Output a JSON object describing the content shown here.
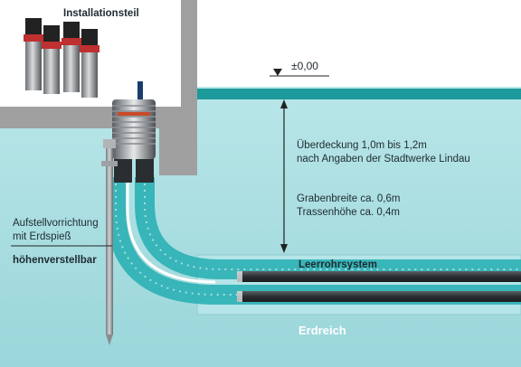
{
  "labels": {
    "installationsteil": "Installationsteil",
    "level": "±0,00",
    "ueberdeckung_line1": "Überdeckung 1,0m bis 1,2m",
    "ueberdeckung_line2": "nach Angaben der Stadtwerke Lindau",
    "grabenbreite": "Grabenbreite ca. 0,6m",
    "trassenhoehe": "Trassenhöhe ca. 0,4m",
    "aufstell_line1": "Aufstellvorrichtung",
    "aufstell_line2": "mit Erdspieß",
    "hoehenverstellbar": "höhenverstellbar",
    "leerrohrsystem": "Leerrohrsystem",
    "erdreich": "Erdreich"
  },
  "colors": {
    "soil": "#a8dfe2",
    "surface": "#1d9a9c",
    "wall": "#9c9c9c",
    "pipe": "#2f3438",
    "conduit_band": "#2bb0b4"
  },
  "icons": [
    "installation-part-icon",
    "level-marker-icon",
    "ground-spike-icon",
    "cable-head-icon"
  ]
}
